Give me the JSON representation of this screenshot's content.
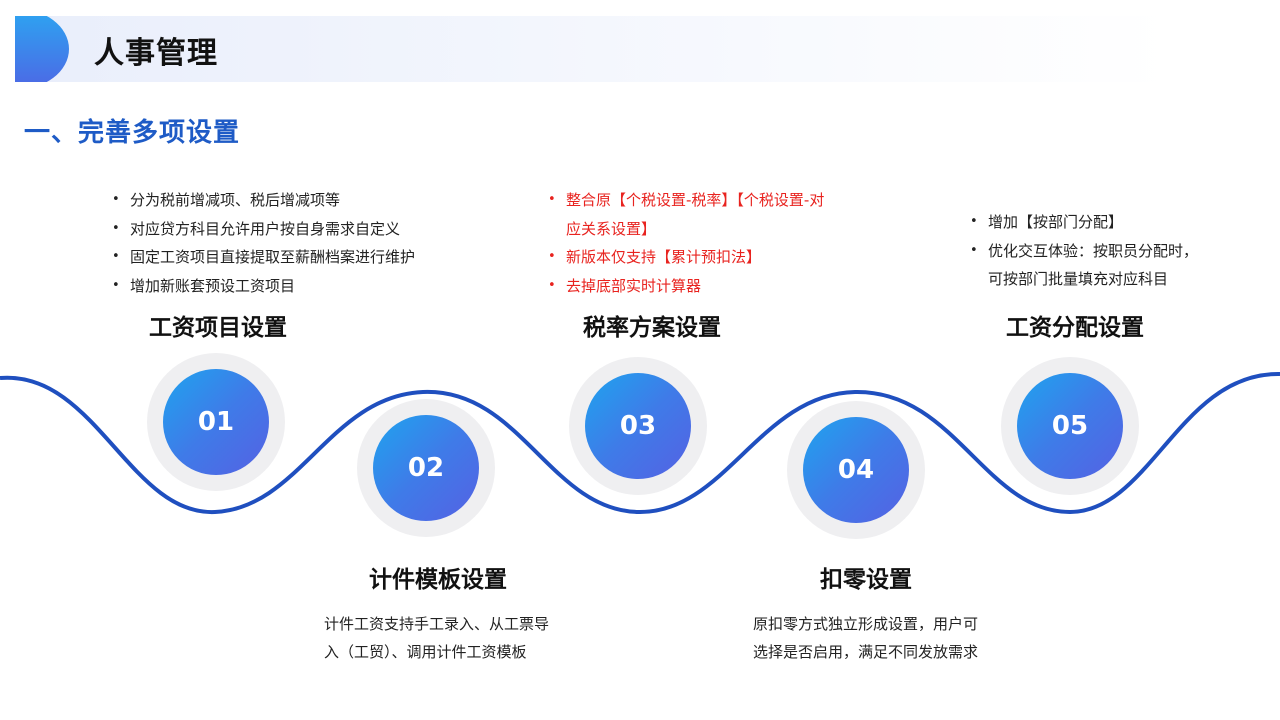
{
  "header": {
    "title": "人事管理"
  },
  "section": {
    "title": "一、完善多项设置"
  },
  "steps": [
    {
      "number": "01",
      "title": "工资项目设置",
      "bullets": [
        "分为税前增减项、税后增减项等",
        "对应贷方科目允许用户按自身需求自定义",
        "固定工资项目直接提取至薪酬档案进行维护",
        "增加新账套预设工资项目"
      ]
    },
    {
      "number": "02",
      "title": "计件模板设置",
      "desc_line1": "计件工资支持手工录入、从工票导",
      "desc_line2": "入（工贸）、调用计件工资模板"
    },
    {
      "number": "03",
      "title": "税率方案设置",
      "bullets": [
        "整合原【个税设置-税率】【个税设置-对",
        "应关系设置】",
        "新版本仅支持【累计预扣法】",
        "去掉底部实时计算器"
      ]
    },
    {
      "number": "04",
      "title": "扣零设置",
      "desc_line1": "原扣零方式独立形成设置，用户可",
      "desc_line2": "选择是否启用，满足不同发放需求"
    },
    {
      "number": "05",
      "title": "工资分配设置",
      "bullets": [
        "增加【按部门分配】",
        "优化交互体验：按职员分配时，",
        "可按部门批量填充对应科目"
      ]
    }
  ],
  "colors": {
    "accent_blue": "#1e5bc6",
    "wave_line": "#1f4fbf",
    "highlight_red": "#e8231f",
    "node_gradient_start": "#1ea4ef",
    "node_gradient_end": "#5561e3",
    "node_ring": "#efeff1"
  }
}
